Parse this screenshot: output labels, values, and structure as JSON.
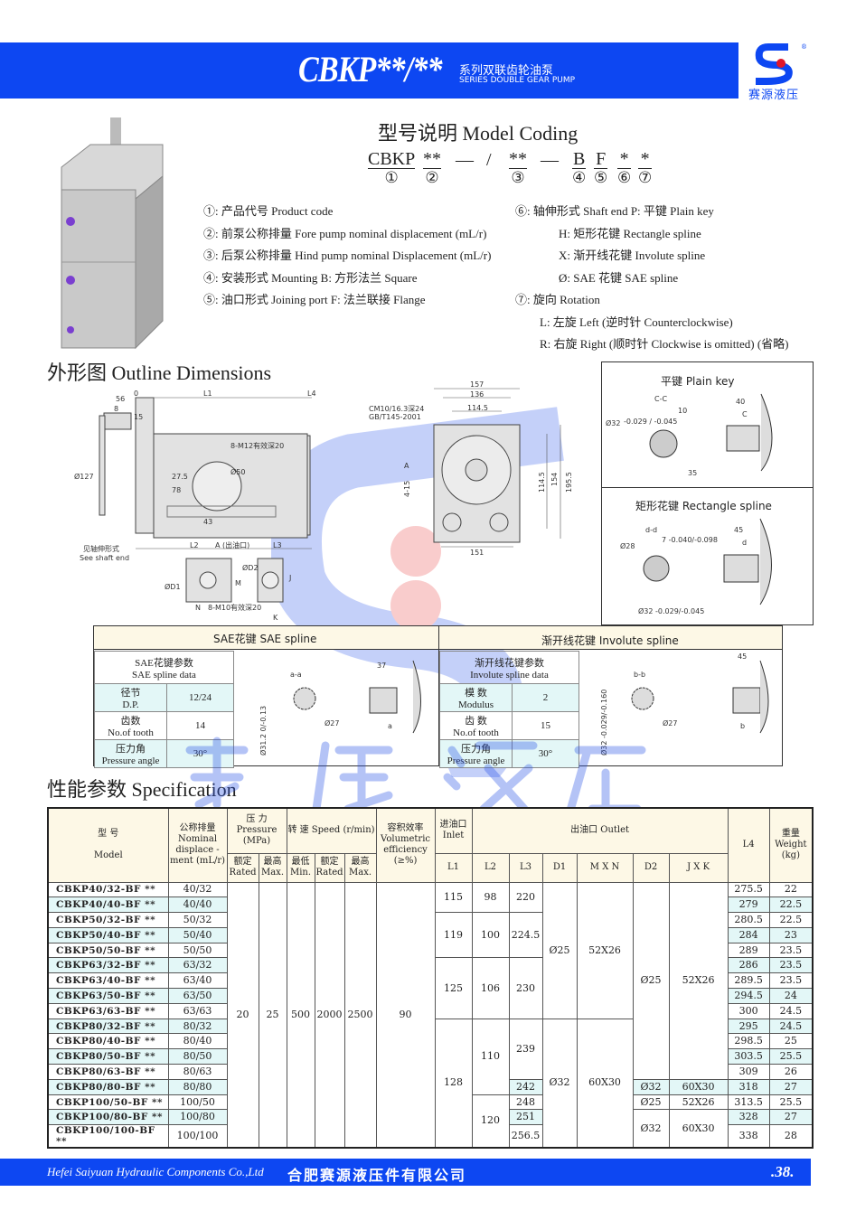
{
  "header": {
    "title": "CBKP**/**",
    "subtitle_cn": "系列双联齿轮油泵",
    "subtitle_en": "SERIES DOUBLE GEAR PUMP",
    "logo_text": "赛源液压",
    "logo_mark": "S8",
    "colors": {
      "brand": "#0d47f2"
    }
  },
  "model_coding": {
    "title": "型号说明   Model Coding",
    "parts": [
      {
        "p": "CBKP",
        "n": "①"
      },
      {
        "p": "**",
        "n": "②"
      },
      {
        "p": "—",
        "n": ""
      },
      {
        "p": "/",
        "n": ""
      },
      {
        "p": "**",
        "n": "③"
      },
      {
        "p": "—",
        "n": ""
      },
      {
        "p": "B",
        "n": "④"
      },
      {
        "p": "F",
        "n": "⑤"
      },
      {
        "p": "*",
        "n": "⑥"
      },
      {
        "p": "*",
        "n": "⑦"
      }
    ],
    "left": [
      "①: 产品代号 Product code",
      "②: 前泵公称排量 Fore pump nominal displacement (mL/r)",
      "③: 后泵公称排量 Hind pump nominal Displacement (mL/r)",
      "④: 安装形式 Mounting    B: 方形法兰 Square",
      "⑤: 油口形式 Joining port   F: 法兰联接 Flange"
    ],
    "right": [
      "⑥: 轴伸形式 Shaft end   P: 平键 Plain key",
      "H: 矩形花键 Rectangle spline",
      "X: 渐开线花键 Involute spline",
      "Ø: SAE 花键 SAE spline",
      "⑦: 旋向 Rotation",
      "L: 左旋 Left (逆时针 Counterclockwise)",
      "R: 右旋 Right (顺时针 Clockwise is omitted) (省略)"
    ]
  },
  "outline": {
    "title": "外形图   Outline Dimensions",
    "labels": {
      "d56": "56",
      "d8": "8",
      "d15": "15",
      "zero": "0",
      "L1": "L1",
      "L4": "L4",
      "m12": "8-M12有效深20",
      "d50": "Ø50",
      "d275": "27.5",
      "d78": "78",
      "d43": "43",
      "d127": "Ø127",
      "shaft_cn": "见轴伸形式",
      "shaft_en": "See shaft end",
      "L2": "L2",
      "A": "A (出油口)",
      "L3": "L3",
      "D1": "ØD1",
      "D2": "ØD2",
      "M": "M",
      "N": "N",
      "J": "J",
      "K": "K",
      "m10": "8-M10有效深20",
      "thread": "CM10/16.3深24",
      "gb": "GB/T145-2001",
      "d157": "157",
      "d136": "136",
      "d1145": "114.5",
      "d1145v": "114.5",
      "d154": "154",
      "d1955": "195.5",
      "d151": "151",
      "d415": "4-15",
      "Aa": "A"
    },
    "plain_key": {
      "title": "平键   Plain key",
      "section": "C-C",
      "dia": "Ø32",
      "tol": "-0.029 / -0.045",
      "w": "10",
      "h": "35",
      "len": "40",
      "c": "C"
    },
    "rect_spline": {
      "title": "矩形花键   Rectangle spline",
      "section": "d-d",
      "d28": "Ø28",
      "w": "7 -0.040/-0.098",
      "dia": "Ø32 -0.029/-0.045",
      "len": "45",
      "d": "d"
    }
  },
  "sae": {
    "title": "SAE花键    SAE spline",
    "data_title_cn": "SAE花键参数",
    "data_title_en": "SAE spline data",
    "rows": [
      {
        "k": "径节",
        "ke": "D.P.",
        "v": "12/24"
      },
      {
        "k": "齿数",
        "ke": "No.of tooth",
        "v": "14"
      },
      {
        "k": "压力角",
        "ke": "Pressure angle",
        "v": "30°"
      }
    ],
    "section": "a-a",
    "len": "37",
    "d27": "Ø27",
    "dia": "Ø31.2 0/-0.13",
    "a": "a"
  },
  "involute": {
    "title": "渐开线花键    Involute spline",
    "data_title_cn": "渐开线花键参数",
    "data_title_en": "Involute  spline data",
    "rows": [
      {
        "k": "模 数",
        "ke": "Modulus",
        "v": "2"
      },
      {
        "k": "齿 数",
        "ke": "No.of tooth",
        "v": "15"
      },
      {
        "k": "压力角",
        "ke": "Pressure angle",
        "v": "30°"
      }
    ],
    "section": "b-b",
    "len": "45",
    "d27": "Ø27",
    "dia": "Ø32 -0.029/-0.160",
    "b": "b"
  },
  "spec": {
    "title": "性能参数   Specification",
    "headers": {
      "model_cn": "型    号",
      "model_en": "Model",
      "disp": "公称排量 Nominal displace -ment (mL/r)",
      "pressure": "压  力 Pressure (MPa)",
      "speed": "转  速 Speed (r/min)",
      "rated": "额定 Rated",
      "max": "最高 Max.",
      "min": "最低 Min.",
      "eff": "容积效率 Volumetric efficiency (≥%)",
      "inlet": "进油口 Inlet",
      "outlet": "出油口  Outlet",
      "L1": "L1",
      "L2": "L2",
      "L3": "L3",
      "D1": "D1",
      "MXN": "M X N",
      "D2": "D2",
      "JXK": "J X K",
      "L4": "L4",
      "weight": "重量 Weight (kg)"
    },
    "common": {
      "p_rated": "20",
      "p_max": "25",
      "s_min": "500",
      "s_rated": "2000",
      "s_max": "2500",
      "eff": "90"
    },
    "rows": [
      {
        "model": "CBKP40/32-BF **",
        "disp": "40/32",
        "L4": "275.5",
        "w": "22"
      },
      {
        "model": "CBKP40/40-BF **",
        "disp": "40/40",
        "L4": "279",
        "w": "22.5"
      },
      {
        "model": "CBKP50/32-BF **",
        "disp": "50/32",
        "L4": "280.5",
        "w": "22.5"
      },
      {
        "model": "CBKP50/40-BF **",
        "disp": "50/40",
        "L4": "284",
        "w": "23"
      },
      {
        "model": "CBKP50/50-BF **",
        "disp": "50/50",
        "L4": "289",
        "w": "23.5"
      },
      {
        "model": "CBKP63/32-BF **",
        "disp": "63/32",
        "L4": "286",
        "w": "23.5"
      },
      {
        "model": "CBKP63/40-BF **",
        "disp": "63/40",
        "L4": "289.5",
        "w": "23.5"
      },
      {
        "model": "CBKP63/50-BF **",
        "disp": "63/50",
        "L4": "294.5",
        "w": "24"
      },
      {
        "model": "CBKP63/63-BF **",
        "disp": "63/63",
        "L4": "300",
        "w": "24.5"
      },
      {
        "model": "CBKP80/32-BF **",
        "disp": "80/32",
        "L4": "295",
        "w": "24.5"
      },
      {
        "model": "CBKP80/40-BF **",
        "disp": "80/40",
        "L4": "298.5",
        "w": "25"
      },
      {
        "model": "CBKP80/50-BF **",
        "disp": "80/50",
        "L4": "303.5",
        "w": "25.5"
      },
      {
        "model": "CBKP80/63-BF **",
        "disp": "80/63",
        "L4": "309",
        "w": "26"
      },
      {
        "model": "CBKP80/80-BF **",
        "disp": "80/80",
        "L4": "318",
        "w": "27"
      },
      {
        "model": "CBKP100/50-BF **",
        "disp": "100/50",
        "L4": "313.5",
        "w": "25.5"
      },
      {
        "model": "CBKP100/80-BF **",
        "disp": "100/80",
        "L4": "328",
        "w": "27"
      },
      {
        "model": "CBKP100/100-BF **",
        "disp": "100/100",
        "L4": "338",
        "w": "28"
      }
    ],
    "groups": {
      "L1": [
        {
          "v": "115",
          "rows": 2
        },
        {
          "v": "119",
          "rows": 3
        },
        {
          "v": "125",
          "rows": 4
        },
        {
          "v": "128",
          "rows": 8
        }
      ],
      "L2": [
        {
          "v": "98",
          "rows": 2
        },
        {
          "v": "100",
          "rows": 3
        },
        {
          "v": "106",
          "rows": 4
        },
        {
          "v": "110",
          "rows": 5
        },
        {
          "v": "120",
          "rows": 3
        }
      ],
      "L3": [
        {
          "v": "220",
          "rows": 2
        },
        {
          "v": "224.5",
          "rows": 3
        },
        {
          "v": "230",
          "rows": 4
        },
        {
          "v": "239",
          "rows": 4
        },
        {
          "v": "242",
          "rows": 1,
          "hl": true
        },
        {
          "v": "248",
          "rows": 1
        },
        {
          "v": "251",
          "rows": 1,
          "hl": true
        },
        {
          "v": "256.5",
          "rows": 1
        }
      ],
      "D1": [
        {
          "v": "Ø25",
          "rows": 9
        },
        {
          "v": "Ø32",
          "rows": 8
        }
      ],
      "MXN": [
        {
          "v": "52X26",
          "rows": 9
        },
        {
          "v": "60X30",
          "rows": 8
        }
      ],
      "D2": [
        {
          "v": "Ø25",
          "rows": 13
        },
        {
          "v": "Ø32",
          "rows": 1,
          "hl": true
        },
        {
          "v": "Ø25",
          "rows": 1
        },
        {
          "v": "Ø32",
          "rows": 2
        }
      ],
      "JXK": [
        {
          "v": "52X26",
          "rows": 13
        },
        {
          "v": "60X30",
          "rows": 1,
          "hl": true
        },
        {
          "v": "52X26",
          "rows": 1
        },
        {
          "v": "60X30",
          "rows": 2
        }
      ]
    }
  },
  "footer": {
    "company_en": "Hefei Saiyuan Hydraulic Components Co.,Ltd",
    "company_cn": "合肥赛源液压件有限公司",
    "page": ".38."
  },
  "watermark": "赛源液压"
}
